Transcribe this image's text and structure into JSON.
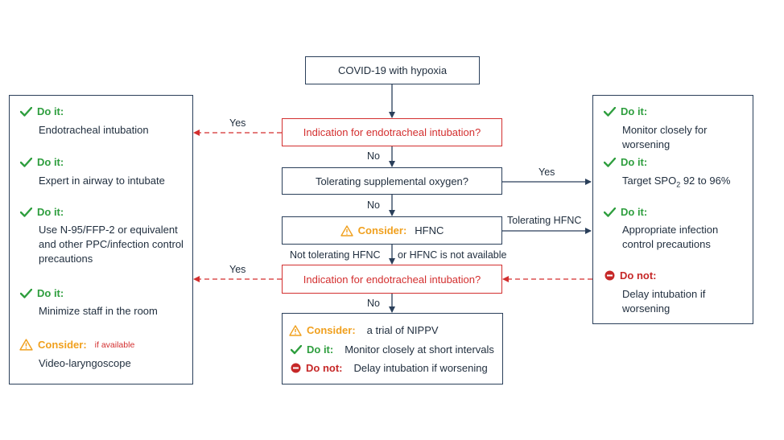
{
  "colors": {
    "navy": "#2a3f5a",
    "red": "#d32f2f",
    "green": "#2e9e3e",
    "orange": "#f0a01e"
  },
  "flow": {
    "start": "COVID-19 with hypoxia",
    "q1": "Indication for endotracheal intubation?",
    "q2": "Tolerating supplemental oxygen?",
    "consider_label": "Consider:",
    "consider_text": "HFNC",
    "q3": "Indication for endotracheal intubation?",
    "bottom": {
      "consider_label": "Consider:",
      "consider_text": "a trial of NIPPV",
      "doit_label": "Do it:",
      "doit_text": "Monitor closely at short intervals",
      "donot_label": "Do not:",
      "donot_text": "Delay intubation if worsening"
    }
  },
  "edges": {
    "yes_left_top": "Yes",
    "no_1": "No",
    "yes_right": "Yes",
    "no_2": "No",
    "tolerating_hfnc": "Tolerating HFNC",
    "not_tolerating": "Not tolerating HFNC",
    "or_not_available": "or HFNC is not available",
    "yes_left_bottom": "Yes",
    "no_3": "No"
  },
  "left_panel": {
    "items": [
      {
        "label": "Do it:",
        "text": "Endotracheal intubation"
      },
      {
        "label": "Do it:",
        "text": "Expert in airway to intubate"
      },
      {
        "label": "Do it:",
        "text": "Use N-95/FFP-2 or equivalent and other PPC/infection control precautions"
      },
      {
        "label": "Do it:",
        "text": "Minimize staff in the room"
      },
      {
        "label": "Consider:",
        "note": "if available",
        "text": "Video-laryngoscope"
      }
    ]
  },
  "right_panel": {
    "items": [
      {
        "label": "Do it:",
        "text": "Monitor closely for worsening"
      },
      {
        "label": "Do it:",
        "text_pre": "Target SPO",
        "text_sub": "2",
        "text_post": " 92 to 96%"
      },
      {
        "label": "Do it:",
        "text": "Appropriate infection control precautions"
      },
      {
        "label": "Do not:",
        "text": "Delay intubation if worsening"
      }
    ]
  },
  "icons": [
    "check-icon",
    "warning-icon",
    "no-entry-icon",
    "arrow-icon"
  ]
}
